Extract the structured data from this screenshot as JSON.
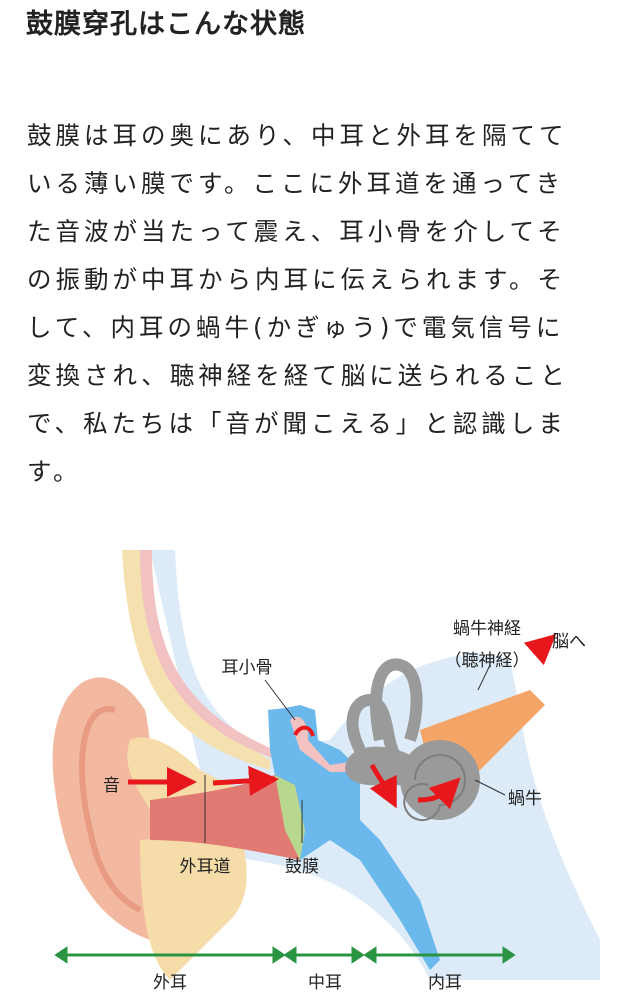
{
  "title": "鼓膜穿孔はこんな状態",
  "paragraph_lines": [
    "鼓膜は耳の奥にあり、中耳と外耳を隔てて",
    "いる薄い膜です。ここに外耳道を通ってき",
    "た音波が当たって震え、耳小骨を介してそ",
    "の振動が中耳から内耳に伝えられます。そ",
    "して、内耳の蝸牛(かぎゅう)で電気信号に",
    "変換され、聴神経を経て脳に送られること",
    "で、私たちは「音が聞こえる」と認識しま",
    "す。"
  ],
  "diagram": {
    "labels": {
      "sound": "音",
      "ear_canal": "外耳道",
      "eardrum": "鼓膜",
      "ossicles": "耳小骨",
      "cochlear_nerve": "蝸牛神経",
      "auditory_nerve": "（聴神経）",
      "to_brain": "脳へ",
      "cochlea": "蝸牛"
    },
    "sections": {
      "outer_ear": "外耳",
      "middle_ear": "中耳",
      "inner_ear": "内耳"
    },
    "colors": {
      "arrow_red": "#e8171b",
      "section_green": "#2a9443",
      "skin": "#f2b9a0",
      "canal": "#e07a72",
      "fluid": "#6ab8ec",
      "bone_bg": "#dcebf7",
      "nerve": "#f3a466",
      "cochlea": "#9a9a9a"
    }
  }
}
